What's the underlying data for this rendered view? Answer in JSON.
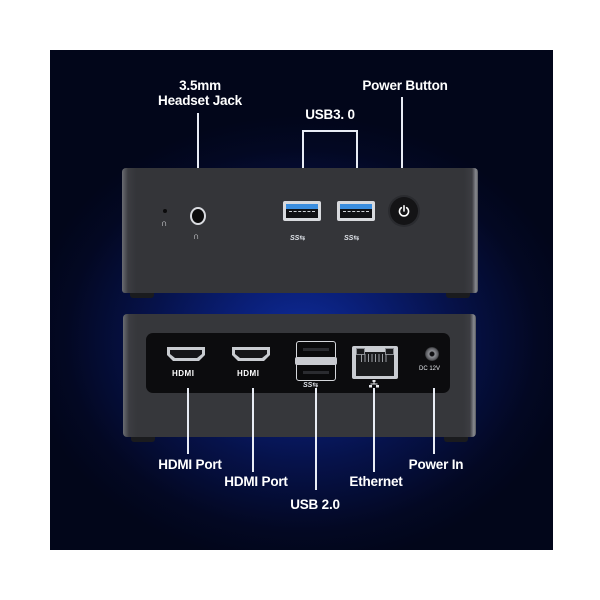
{
  "figure": {
    "background_color": "#06124a",
    "accent_glow": "#0e2c9a",
    "front_view": {
      "callouts": [
        {
          "id": "headset-jack",
          "label_line1": "3.5mm",
          "label_line2": "Headset Jack"
        },
        {
          "id": "usb3",
          "label": "USB3. 0"
        },
        {
          "id": "power-button",
          "label": "Power Button"
        }
      ],
      "port_marks": {
        "usb3_logo_1": "SS⇆",
        "usb3_logo_2": "SS⇆"
      }
    },
    "back_view": {
      "callouts": [
        {
          "id": "hdmi-1",
          "label": "HDMI Port"
        },
        {
          "id": "hdmi-2",
          "label": "HDMI Port"
        },
        {
          "id": "usb2",
          "label": "USB 2.0"
        },
        {
          "id": "ethernet",
          "label": "Ethernet"
        },
        {
          "id": "power-in",
          "label": "Power In"
        }
      ],
      "port_marks": {
        "hdmi_1": "HDMI",
        "hdmi_2": "HDMI",
        "usb_logo": "SS⇆",
        "dc_label": "DC 12V"
      }
    }
  }
}
